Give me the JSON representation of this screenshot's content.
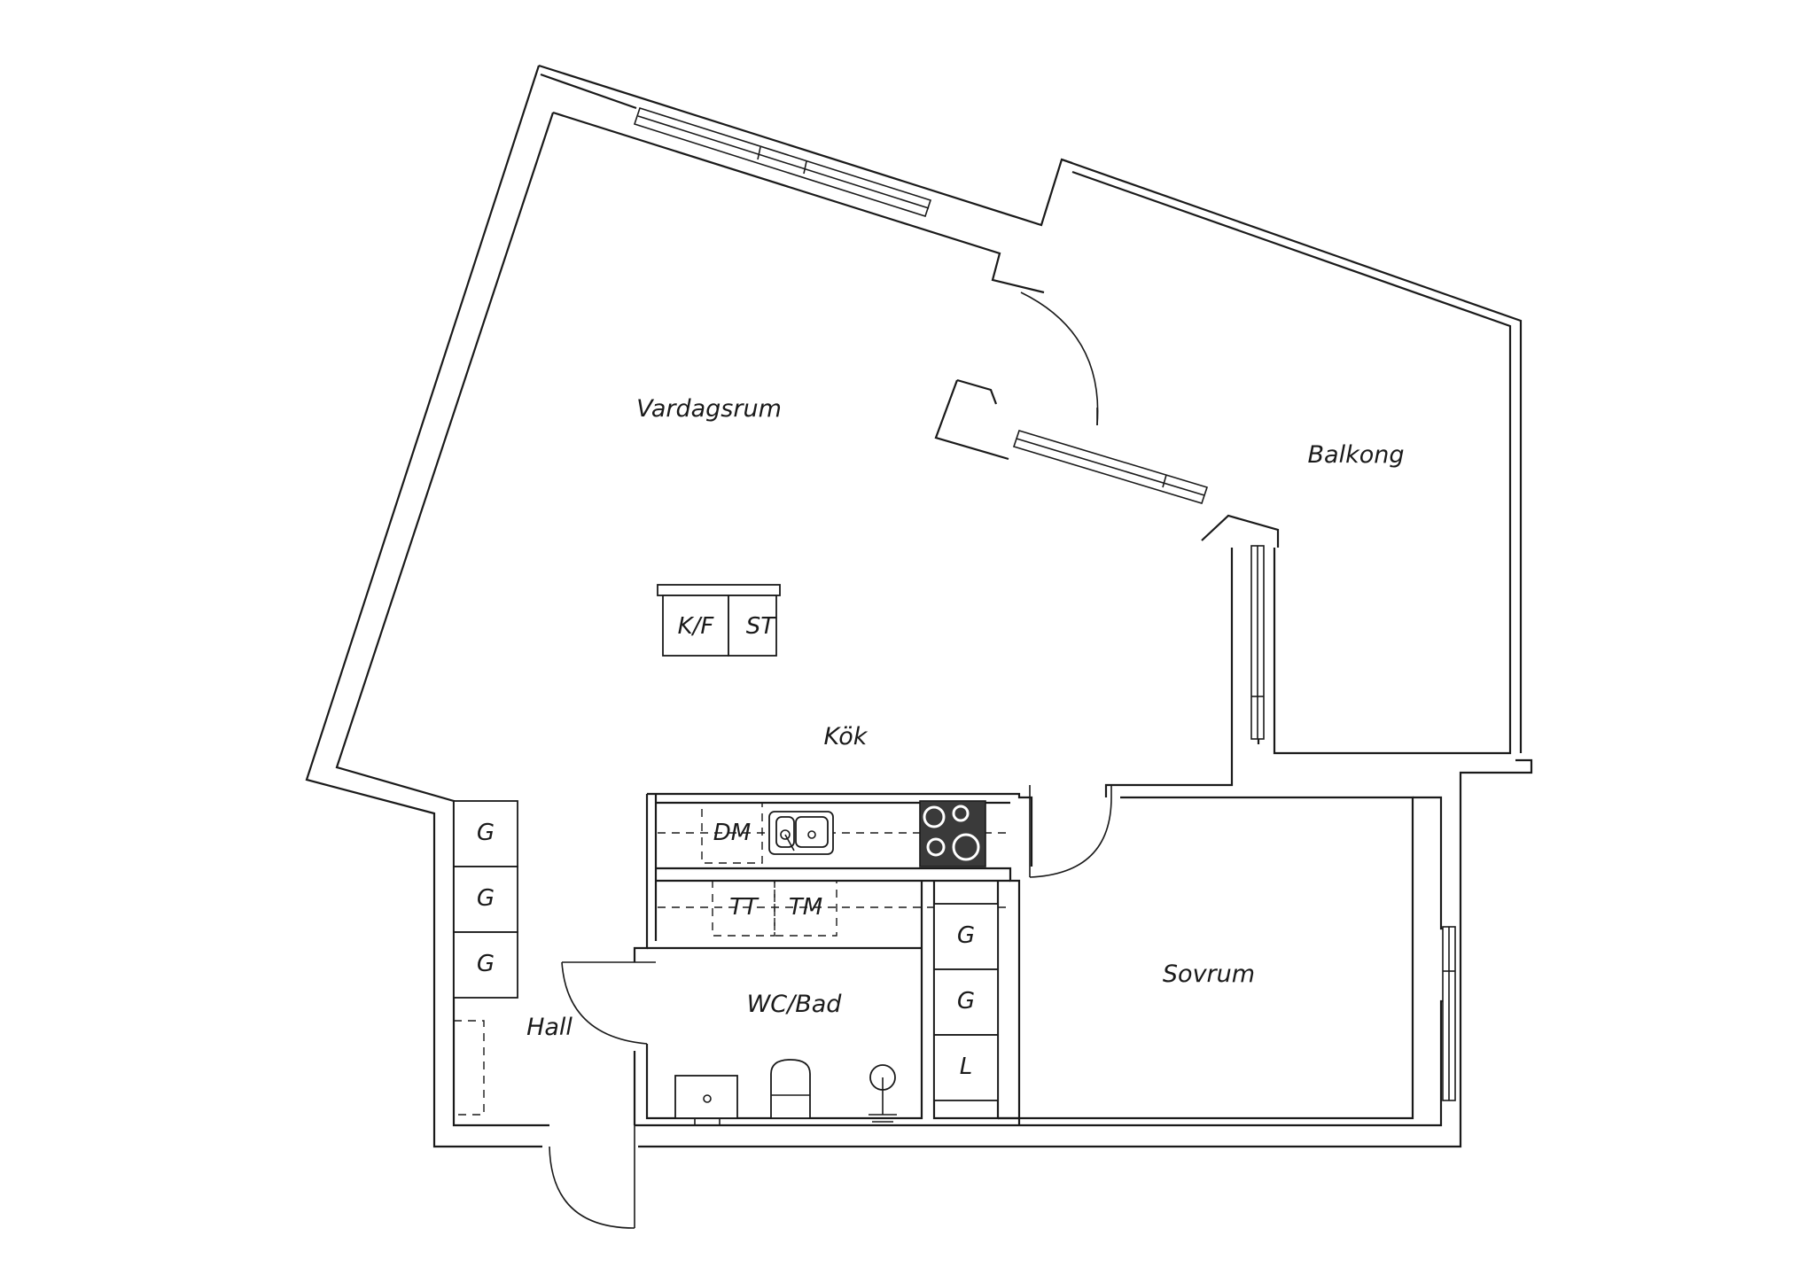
{
  "rooms": {
    "vardagsrum": "Vardagsrum",
    "balkong": "Balkong",
    "kok": "Kök",
    "sovrum": "Sovrum",
    "wc_bad": "WC/Bad",
    "hall": "Hall"
  },
  "fixtures": {
    "kf": "K/F",
    "st": "ST",
    "dm": "DM",
    "tt": "TT",
    "tm": "TM",
    "hall_wardrobes": [
      "G",
      "G",
      "G"
    ],
    "bedroom_wardrobes": [
      "G",
      "G",
      "L"
    ]
  }
}
